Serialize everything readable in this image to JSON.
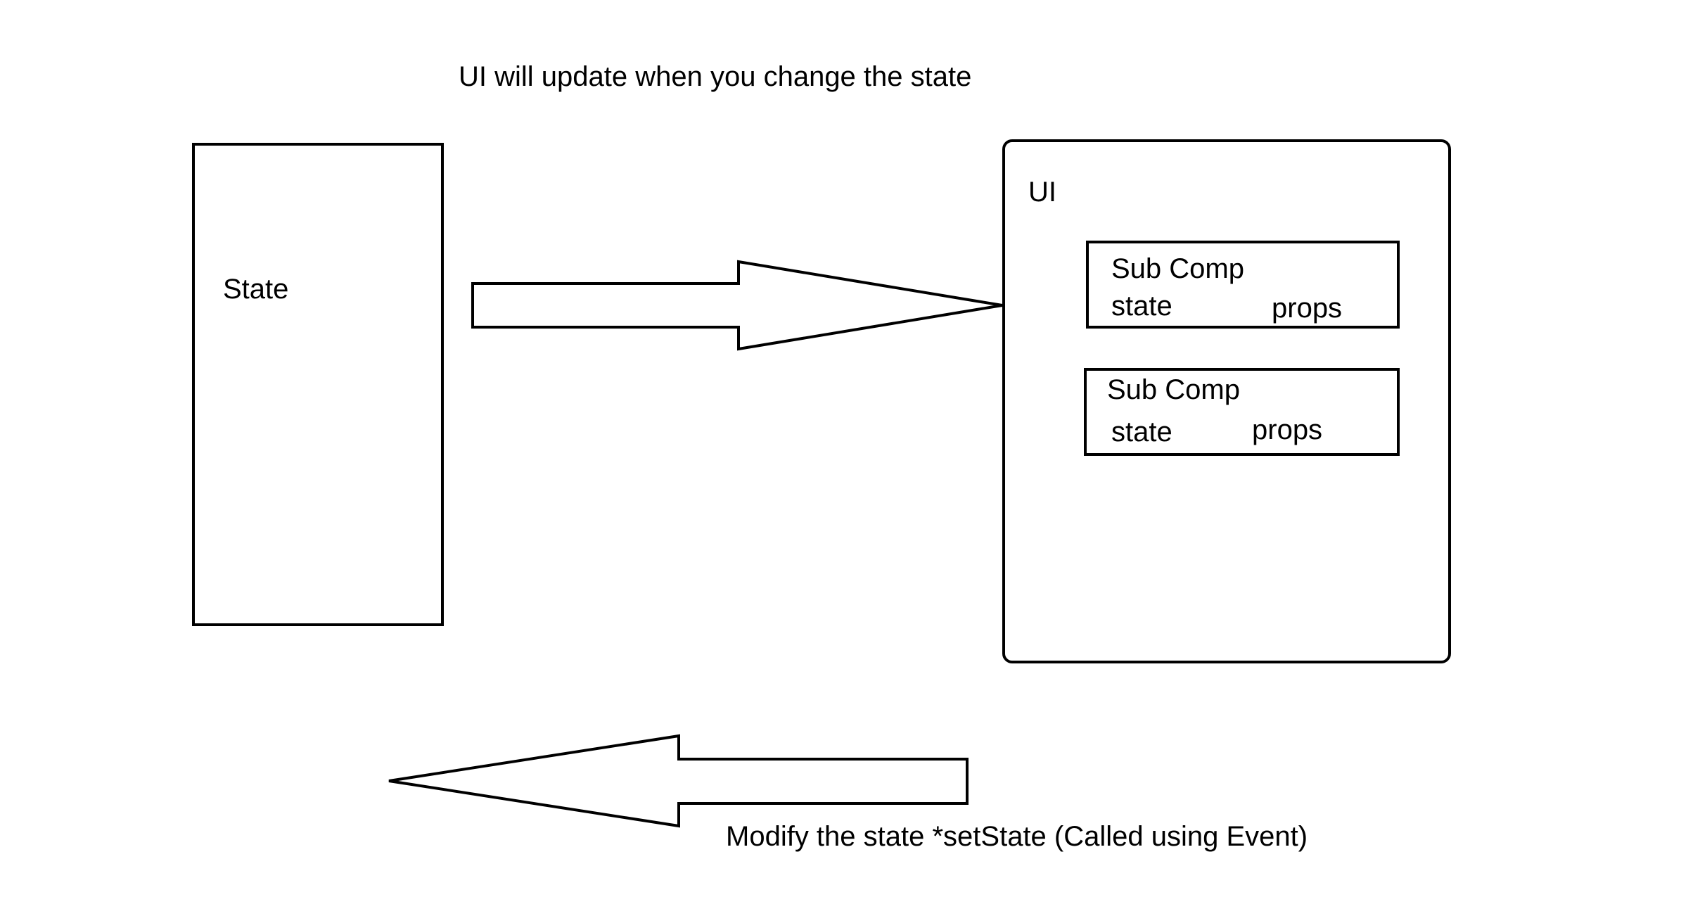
{
  "diagram": {
    "top_caption": "UI will update when you change the state",
    "state_box_label": "State",
    "ui_box_label": "UI",
    "sub_components": [
      {
        "title": "Sub Comp",
        "state": "state",
        "props": "props"
      },
      {
        "title": "Sub Comp",
        "state": "state",
        "props": "props"
      }
    ],
    "bottom_caption": "Modify the state *setState (Called using Event)",
    "colors": {
      "stroke": "#000000",
      "background": "#ffffff"
    }
  }
}
